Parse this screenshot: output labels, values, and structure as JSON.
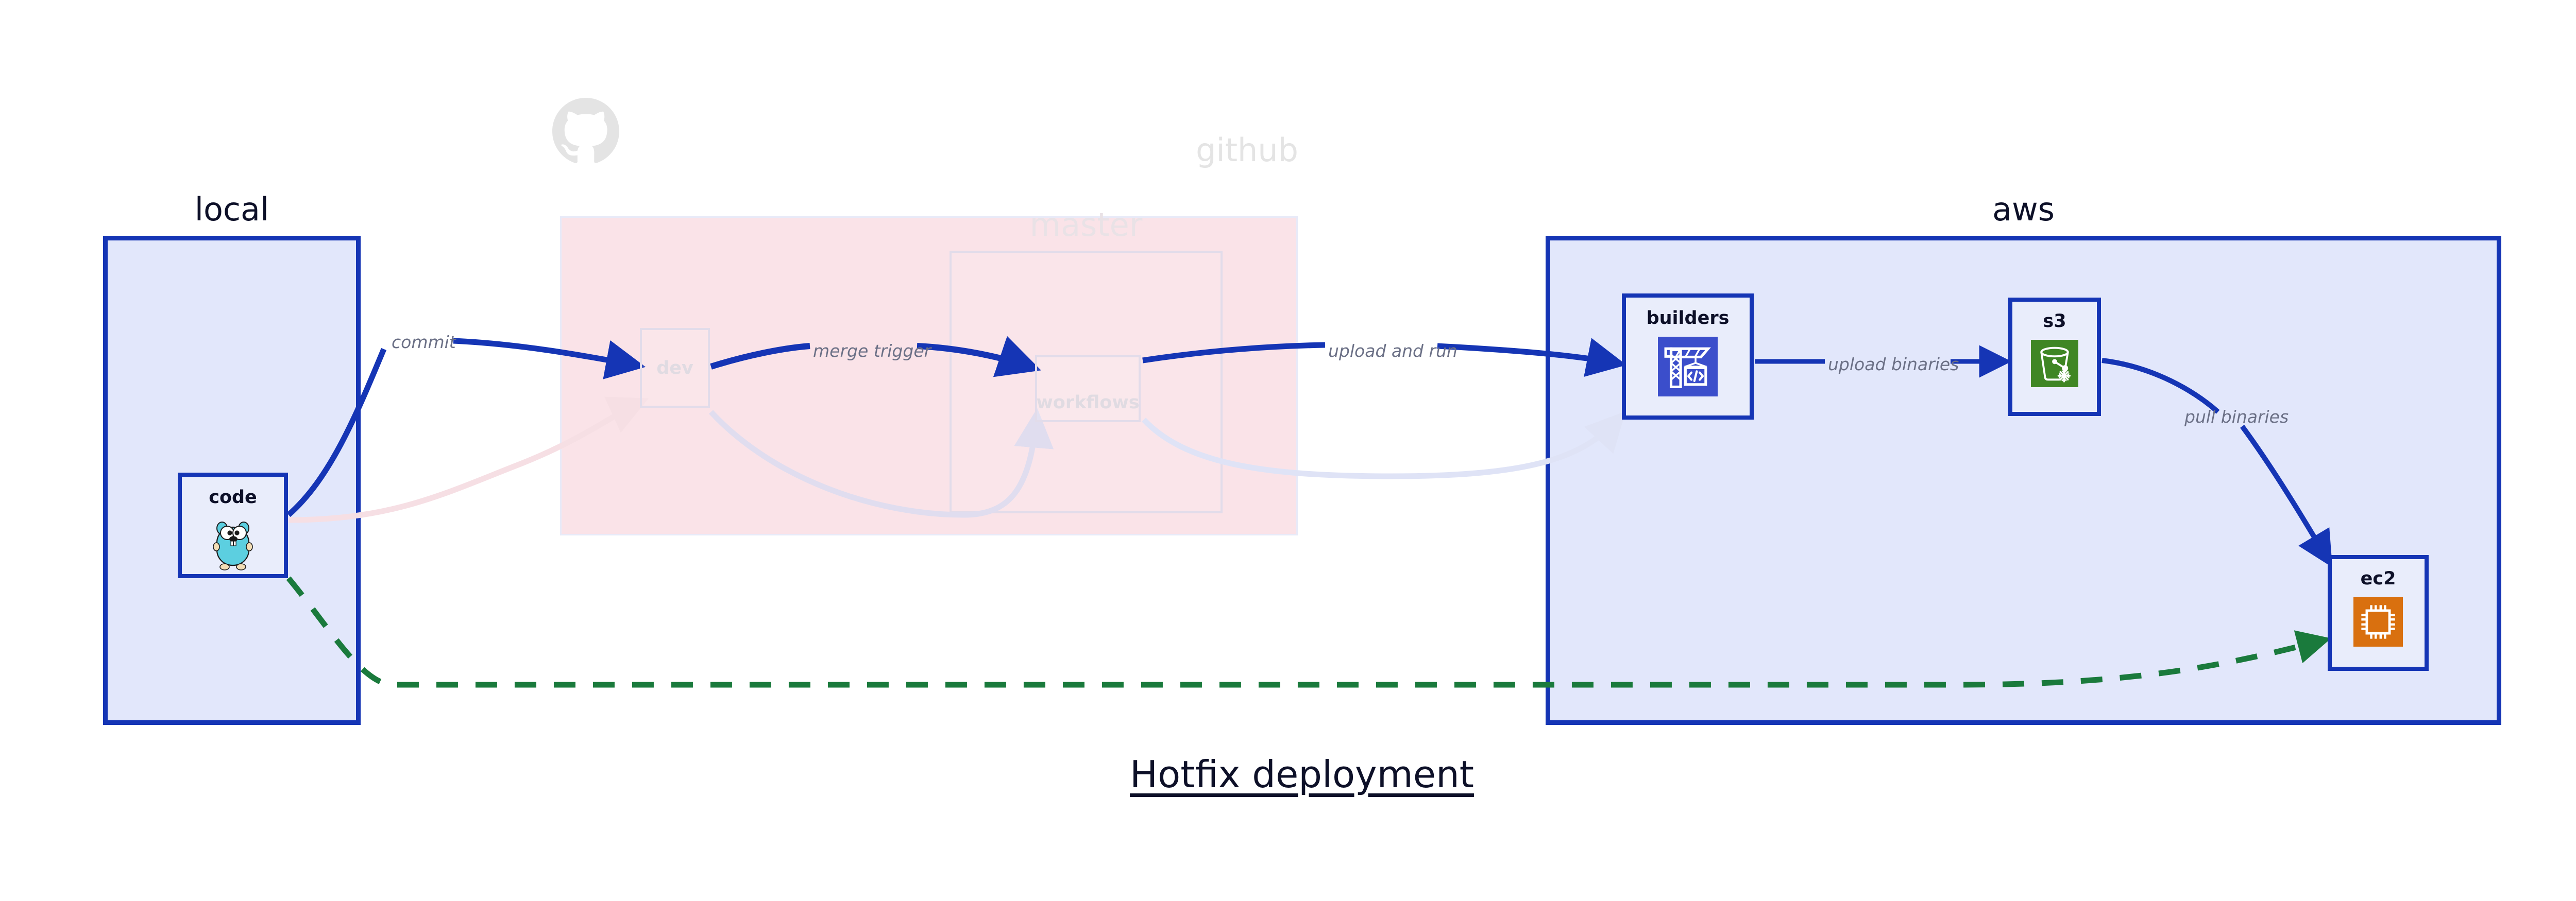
{
  "diagram": {
    "title": "Hotfix deployment",
    "colors": {
      "accent_blue": "#1535b5",
      "group_blue_fill": "#e2e7fb",
      "node_fill": "#e9edfb",
      "github_pink_fill": "#fae3e8",
      "faded_border": "#e2dcea",
      "label_gray": "#6b7086",
      "dashed_green": "#1a7a3c",
      "codebuild_blue": "#3b4ecb",
      "s3_green": "#3f8624",
      "ec2_orange": "#d9700f",
      "gopher_cyan": "#5ccfe0",
      "title_dark": "#0d1028"
    },
    "groups": [
      {
        "id": "local",
        "label": "local",
        "style": "solid"
      },
      {
        "id": "github",
        "label": "github",
        "style": "faded"
      },
      {
        "id": "master",
        "label": "master",
        "style": "faded"
      },
      {
        "id": "aws",
        "label": "aws",
        "style": "solid"
      }
    ],
    "nodes": [
      {
        "id": "code",
        "label": "code",
        "icon": "go-gopher-icon",
        "group": "local",
        "style": "solid"
      },
      {
        "id": "dev",
        "label": "dev",
        "icon": "none",
        "group": "github",
        "style": "faded"
      },
      {
        "id": "workflows",
        "label": "workflows",
        "icon": "none",
        "group": "master",
        "style": "faded"
      },
      {
        "id": "builders",
        "label": "builders",
        "icon": "aws-codebuild-icon",
        "group": "aws",
        "style": "solid"
      },
      {
        "id": "s3",
        "label": "s3",
        "icon": "aws-s3-bucket-icon",
        "group": "aws",
        "style": "solid"
      },
      {
        "id": "ec2",
        "label": "ec2",
        "icon": "aws-ec2-chip-icon",
        "group": "aws",
        "style": "solid"
      }
    ],
    "edges": [
      {
        "id": "commit",
        "from": "code",
        "to": "dev",
        "label": "commit",
        "style": "solid",
        "color": "#1535b5",
        "emphasis": "strong"
      },
      {
        "id": "merge-trigger",
        "from": "dev",
        "to": "workflows",
        "label": "merge trigger",
        "style": "solid",
        "color": "#1535b5",
        "emphasis": "strong"
      },
      {
        "id": "upload-and-run",
        "from": "workflows",
        "to": "builders",
        "label": "upload and run",
        "style": "solid",
        "color": "#1535b5",
        "emphasis": "strong"
      },
      {
        "id": "upload-binaries",
        "from": "builders",
        "to": "s3",
        "label": "upload binaries",
        "style": "solid",
        "color": "#1535b5",
        "emphasis": "strong"
      },
      {
        "id": "pull-binaries",
        "from": "s3",
        "to": "ec2",
        "label": "pull binaries",
        "style": "solid",
        "color": "#1535b5",
        "emphasis": "strong"
      },
      {
        "id": "hotfix-direct",
        "from": "code",
        "to": "ec2",
        "label": "",
        "style": "dashed",
        "color": "#1a7a3c",
        "emphasis": "strong"
      },
      {
        "id": "code-to-dev-faded",
        "from": "code",
        "to": "dev",
        "label": "",
        "style": "solid",
        "color": "#f6dfe4",
        "emphasis": "faded"
      },
      {
        "id": "dev-to-workflows-faded",
        "from": "dev",
        "to": "workflows",
        "label": "",
        "style": "solid",
        "color": "#e0ddef",
        "emphasis": "faded"
      },
      {
        "id": "workflows-to-builders-faded",
        "from": "workflows",
        "to": "builders",
        "label": "",
        "style": "solid",
        "color": "#dfe3f6",
        "emphasis": "faded"
      }
    ],
    "icons": {
      "github_logo": "github-octocat-icon"
    }
  }
}
